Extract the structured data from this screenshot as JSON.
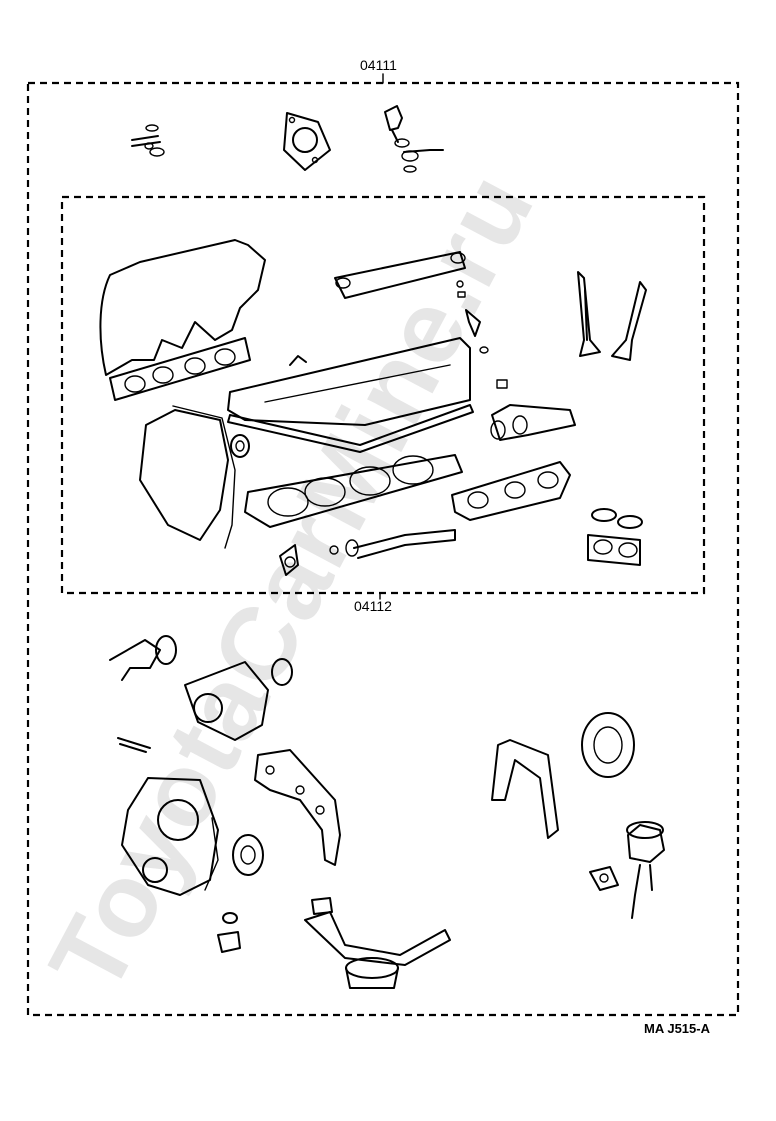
{
  "diagram": {
    "outer_kit_label": "04111",
    "inner_kit_label": "04112",
    "reference_code": "MA  J515-A",
    "watermark": "ToyotaCarMine.ru"
  }
}
